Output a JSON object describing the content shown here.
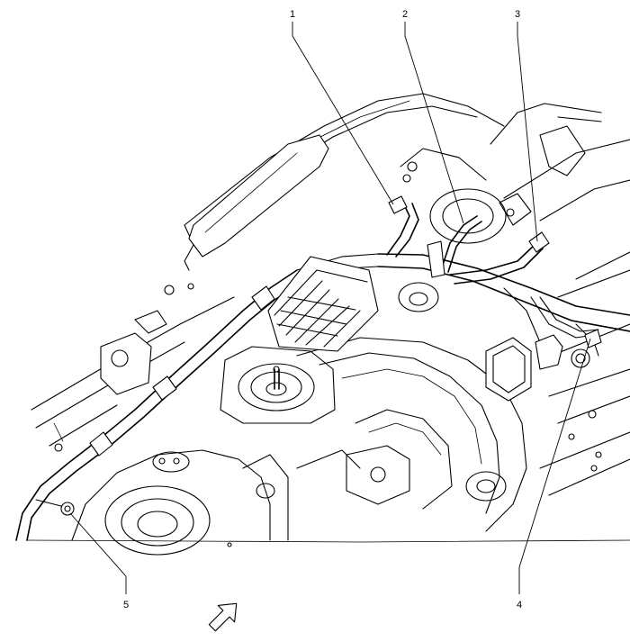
{
  "callouts": [
    {
      "id": "1",
      "label": "1"
    },
    {
      "id": "2",
      "label": "2"
    },
    {
      "id": "3",
      "label": "3"
    },
    {
      "id": "4",
      "label": "4"
    },
    {
      "id": "5",
      "label": "5"
    }
  ],
  "icons": {
    "direction_arrow": "front-direction-arrow-icon"
  }
}
